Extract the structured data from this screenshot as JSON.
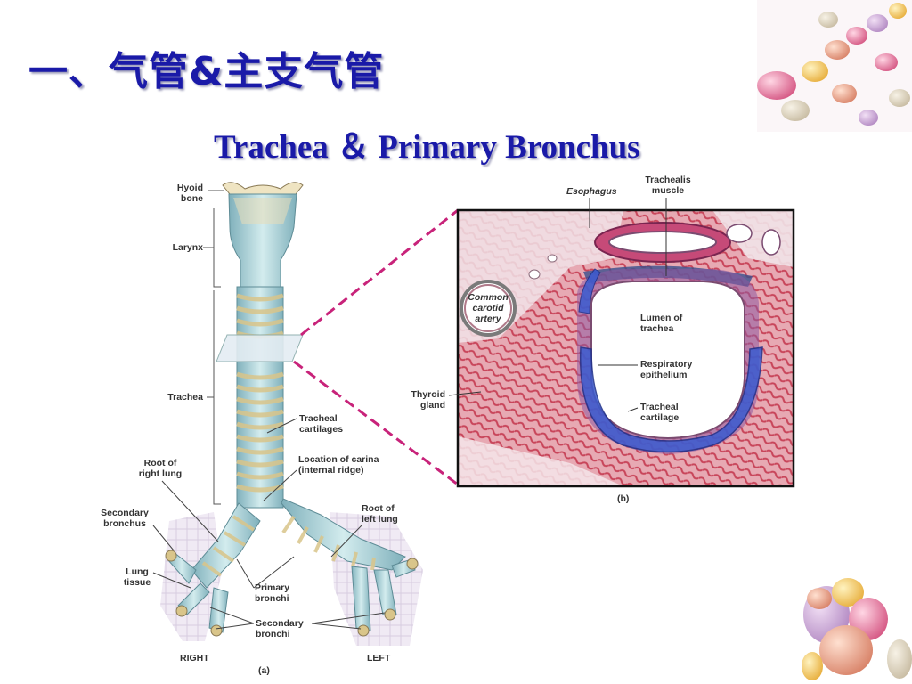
{
  "slide": {
    "title_cn": "一、气管&主支气管",
    "title_en": "Trachea ＆ Primary Bronchus"
  },
  "figure_a": {
    "panel_label": "(a)",
    "labels": {
      "hyoid_bone": "Hyoid\nbone",
      "larynx": "Larynx",
      "trachea": "Trachea",
      "tracheal_cartilages": "Tracheal\ncartilages",
      "location_of_carina": "Location of carina\n(internal ridge)",
      "root_of_right_lung": "Root of\nright lung",
      "root_of_left_lung": "Root of\nleft lung",
      "secondary_bronchus": "Secondary\nbronchus",
      "lung_tissue": "Lung\ntissue",
      "primary_bronchi": "Primary\nbronchi",
      "secondary_bronchi": "Secondary\nbronchi",
      "right": "RIGHT",
      "left": "LEFT"
    }
  },
  "figure_b": {
    "panel_label": "(b)",
    "labels": {
      "esophagus": "Esophagus",
      "trachealis_muscle": "Trachealis\nmuscle",
      "common_carotid_artery": "Common\ncarotid\nartery",
      "lumen_of_trachea": "Lumen of\ntrachea",
      "respiratory_epithelium": "Respiratory\nepithelium",
      "tracheal_cartilage": "Tracheal\ncartilage",
      "thyroid_gland": "Thyroid\ngland"
    }
  },
  "colors": {
    "title": "#1a1aa8",
    "connector": "#c8237a",
    "cartilage_highlight": "#3a5bd0",
    "tissue": "#c8455a"
  }
}
